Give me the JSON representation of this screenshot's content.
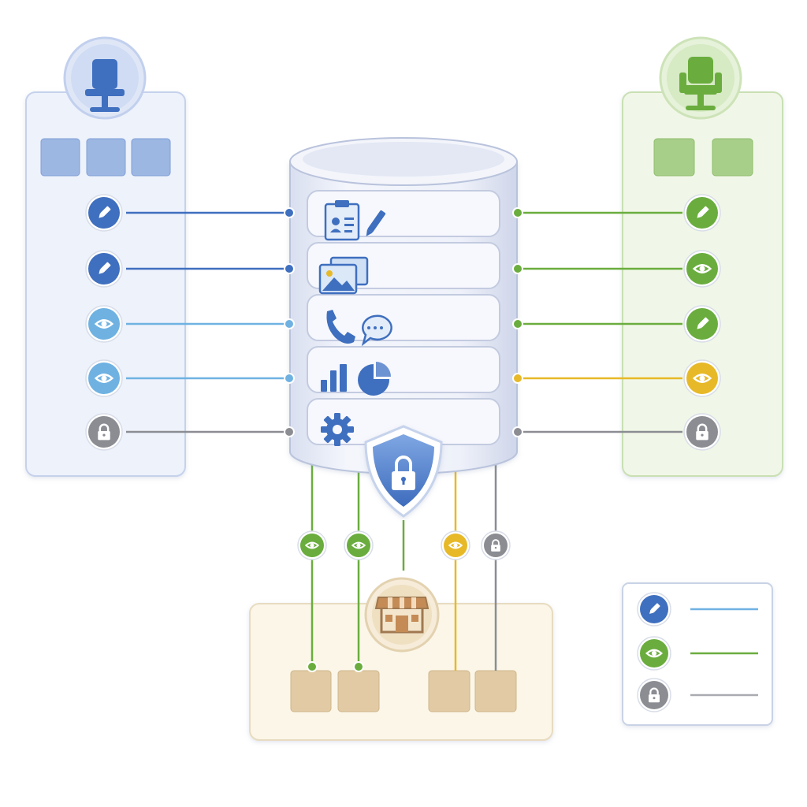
{
  "colors": {
    "blue": "#3f6fbf",
    "light_blue": "#6fb2e2",
    "green": "#6aad3e",
    "yellow": "#e7b928",
    "gray": "#8b8d93",
    "blue_panel_bg": "#eef2fb",
    "green_panel_bg": "#f1f7e8",
    "tan_panel_bg": "#fbf6e8",
    "db_body": "#e9edf7",
    "shield": "#4f7fcc"
  },
  "roles": {
    "left": {
      "icon": "office-chair-icon",
      "color": "#3f6fbf",
      "tile_count": 3,
      "permissions": [
        {
          "icon": "pencil-icon",
          "level": "edit",
          "color": "#3f6fbf"
        },
        {
          "icon": "pencil-icon",
          "level": "edit",
          "color": "#3f6fbf"
        },
        {
          "icon": "eye-icon",
          "level": "view",
          "color": "#6fb2e2"
        },
        {
          "icon": "eye-icon",
          "level": "view",
          "color": "#6fb2e2"
        },
        {
          "icon": "lock-icon",
          "level": "locked",
          "color": "#8b8d93"
        }
      ]
    },
    "right": {
      "icon": "salon-chair-icon",
      "color": "#6aad3e",
      "tile_count": 2,
      "permissions": [
        {
          "icon": "pencil-icon",
          "level": "edit",
          "color": "#6aad3e"
        },
        {
          "icon": "eye-icon",
          "level": "view",
          "color": "#6aad3e"
        },
        {
          "icon": "pencil-icon",
          "level": "edit",
          "color": "#6aad3e"
        },
        {
          "icon": "eye-icon",
          "level": "view",
          "color": "#e7b928"
        },
        {
          "icon": "lock-icon",
          "level": "locked",
          "color": "#8b8d93"
        }
      ]
    },
    "bottom": {
      "icon": "storefront-icon",
      "tile_count": 4,
      "connections": [
        {
          "icon": "eye-icon",
          "level": "view",
          "color": "#6aad3e"
        },
        {
          "icon": "eye-icon",
          "level": "view",
          "color": "#6aad3e"
        },
        {
          "icon": "none",
          "level": "shield-link",
          "color": "#6aad3e"
        },
        {
          "icon": "eye-icon",
          "level": "view",
          "color": "#e7b928"
        },
        {
          "icon": "lock-icon",
          "level": "locked",
          "color": "#8b8d93"
        }
      ]
    }
  },
  "database": {
    "icon": "database-icon",
    "layers": [
      {
        "icons": [
          "contact-card-icon",
          "pencil-icon"
        ]
      },
      {
        "icons": [
          "image-gallery-icon"
        ]
      },
      {
        "icons": [
          "phone-icon",
          "chat-bubble-icon"
        ]
      },
      {
        "icons": [
          "bar-chart-icon",
          "pie-chart-icon"
        ]
      },
      {
        "icons": [
          "gear-icon"
        ]
      }
    ],
    "shield_icon": "shield-lock-icon"
  },
  "legend": {
    "items": [
      {
        "icon": "pencil-icon",
        "level": "edit",
        "color": "#3f6fbf",
        "line_color": "#6fb2e2"
      },
      {
        "icon": "eye-icon",
        "level": "view",
        "color": "#6aad3e",
        "line_color": "#6aad3e"
      },
      {
        "icon": "lock-icon",
        "level": "locked",
        "color": "#8b8d93",
        "line_color": "#a9abb0"
      }
    ]
  }
}
